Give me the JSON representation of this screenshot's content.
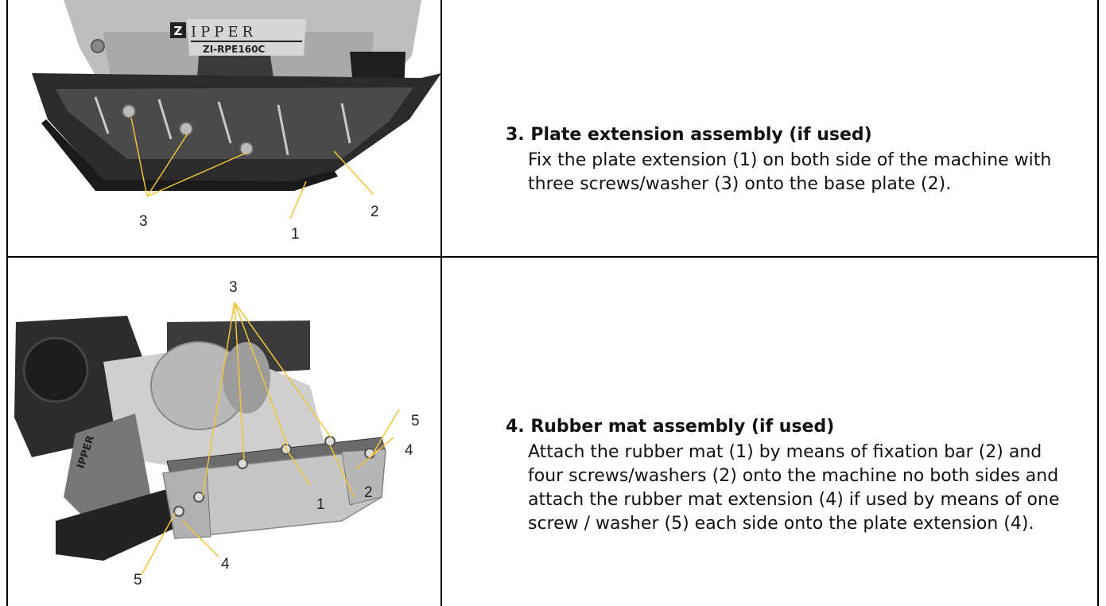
{
  "section3": {
    "heading": "3. Plate extension assembly (if used)",
    "body": "Fix the plate extension (1) on both side of the machine with three screws/washer (3) onto the base plate (2).",
    "image": {
      "brand": "IPPER",
      "brand_mark": "Z",
      "model": "ZI-RPE160C",
      "callouts": [
        "3",
        "1",
        "2"
      ]
    }
  },
  "section4": {
    "heading": "4. Rubber mat assembly (if used)",
    "body": "Attach the rubber mat (1) by means of fixation bar (2) and four screws/washers (2) onto the machine no both sides and attach the rubber mat extension (4) if used by means of one screw / washer (5) each side onto the plate extension (4).",
    "image": {
      "callouts": [
        "3",
        "5",
        "4",
        "1",
        "2",
        "4",
        "5"
      ]
    }
  },
  "colors": {
    "callout_line": "#f2c437",
    "plate": "#2a2a2a",
    "housing": "#c8c8c8"
  }
}
